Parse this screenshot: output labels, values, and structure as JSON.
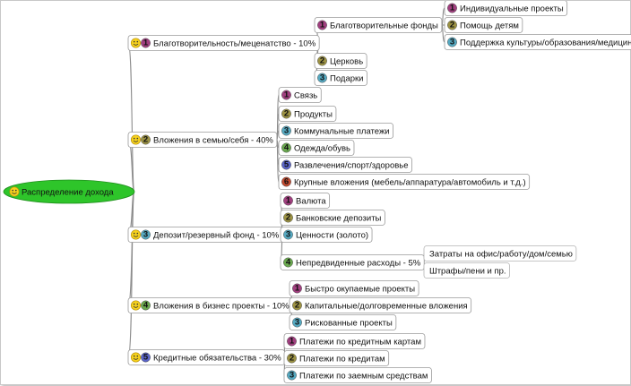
{
  "colors": {
    "root_fill": "#2ec52a",
    "smiley": "#f6d11c",
    "num_colors": [
      "#a13f7f",
      "#9c9243",
      "#55a9c1",
      "#6aa84f",
      "#5a64c8",
      "#c1492e"
    ]
  },
  "root": {
    "label": "Распределение дохода",
    "icon": "smiley-icon"
  },
  "branches": [
    {
      "label": "Благотворительность/меценатство - 10%",
      "num": "1",
      "children": [
        {
          "label": "Благотворительные фонды",
          "num": "1",
          "children": [
            {
              "label": "Индивидуальные проекты",
              "num": "1"
            },
            {
              "label": "Помощь детям",
              "num": "2"
            },
            {
              "label": "Поддержка культуры/образования/медицины",
              "num": "3"
            }
          ]
        },
        {
          "label": "Церковь",
          "num": "2"
        },
        {
          "label": "Подарки",
          "num": "3"
        }
      ]
    },
    {
      "label": "Вложения в семью/себя - 40%",
      "num": "2",
      "children": [
        {
          "label": "Связь",
          "num": "1"
        },
        {
          "label": "Продукты",
          "num": "2"
        },
        {
          "label": "Коммунальные платежи",
          "num": "3"
        },
        {
          "label": "Одежда/обувь",
          "num": "4"
        },
        {
          "label": "Развлечения/спорт/здоровье",
          "num": "5"
        },
        {
          "label": "Крупные вложения (мебель/аппаратура/автомобиль и т.д.)",
          "num": "6"
        }
      ]
    },
    {
      "label": "Депозит/резервный фонд - 10%",
      "num": "3",
      "children": [
        {
          "label": "Валюта",
          "num": "1"
        },
        {
          "label": "Банковские депозиты",
          "num": "2"
        },
        {
          "label": "Ценности (золото)",
          "num": "3"
        },
        {
          "label": "Непредвиденные расходы - 5%",
          "num": "4",
          "children": [
            {
              "label": "Затраты на офис/работу/дом/семью"
            },
            {
              "label": "Штрафы/пени и пр."
            }
          ]
        }
      ]
    },
    {
      "label": "Вложения в бизнес проекты - 10%",
      "num": "4",
      "children": [
        {
          "label": "Быстро окупаемые проекты",
          "num": "1"
        },
        {
          "label": "Капитальные/долговременные вложения",
          "num": "2"
        },
        {
          "label": "Рискованные проекты",
          "num": "3"
        }
      ]
    },
    {
      "label": "Кредитные обязательства - 30%",
      "num": "5",
      "children": [
        {
          "label": "Платежи по кредитным картам",
          "num": "1"
        },
        {
          "label": "Платежи по кредитам",
          "num": "2"
        },
        {
          "label": "Платежи по заемным средствам",
          "num": "3"
        }
      ]
    }
  ]
}
